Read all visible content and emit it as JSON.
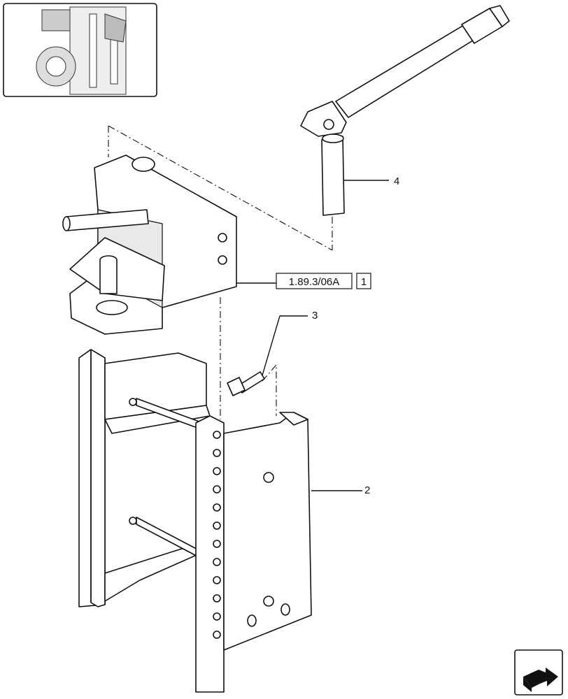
{
  "callouts": {
    "part_2": "2",
    "part_3": "3",
    "part_4": "4"
  },
  "reference": {
    "code": "1.89.3/06A",
    "sheet": "1"
  },
  "icons": {
    "thumbnail": "tractor-overview-thumbnail",
    "navigate": "next-page-arrow-icon"
  }
}
